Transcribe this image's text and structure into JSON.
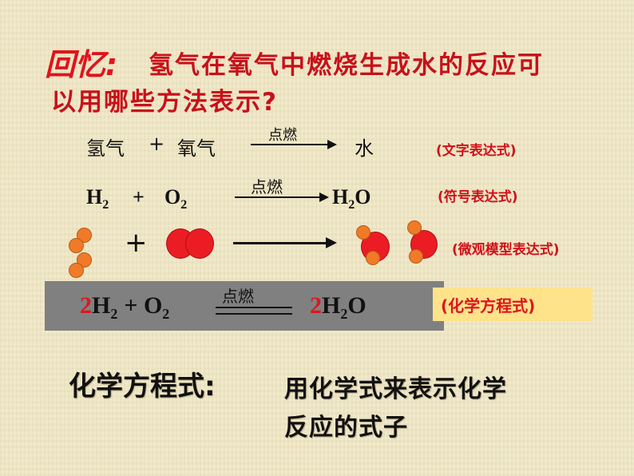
{
  "header": {
    "lead": "回忆:",
    "question_line1": "氢气在氧气中燃烧生成水的反应可",
    "question_line2": "以用哪些方法表示?"
  },
  "word_equation": {
    "reactant1": "氢气",
    "plus": "+",
    "reactant2": "氧气",
    "condition": "点燃",
    "product": "水",
    "label": "(文字表达式)"
  },
  "symbol_equation": {
    "reactant1": "H",
    "reactant1_sub": "2",
    "plus": "+",
    "reactant2": "O",
    "reactant2_sub": "2",
    "condition": "点燃",
    "product": "H",
    "product_sub": "2",
    "product_tail": "O",
    "label": "(符号表达式)"
  },
  "model_equation": {
    "plus": "+",
    "label": "(微观模型表达式)"
  },
  "chemical_equation": {
    "coef1": "2",
    "reactant1": "H",
    "reactant1_sub": "2",
    "plus": "+ O",
    "reactant2_sub": "2",
    "condition": "点燃",
    "coef2": "2",
    "product": "H",
    "product_sub": "2",
    "product_tail": "O",
    "label": "(化学方程式)"
  },
  "definition": {
    "term": "化学方程式:",
    "text_line1": "用化学式来表示化学",
    "text_line2": "反应的式子"
  },
  "colors": {
    "title_red": "#e0141e",
    "band_gray": "#808080",
    "label_yellow": "#fee38a",
    "hydrogen_orange": "#f07a28",
    "oxygen_red": "#ec1c24"
  }
}
